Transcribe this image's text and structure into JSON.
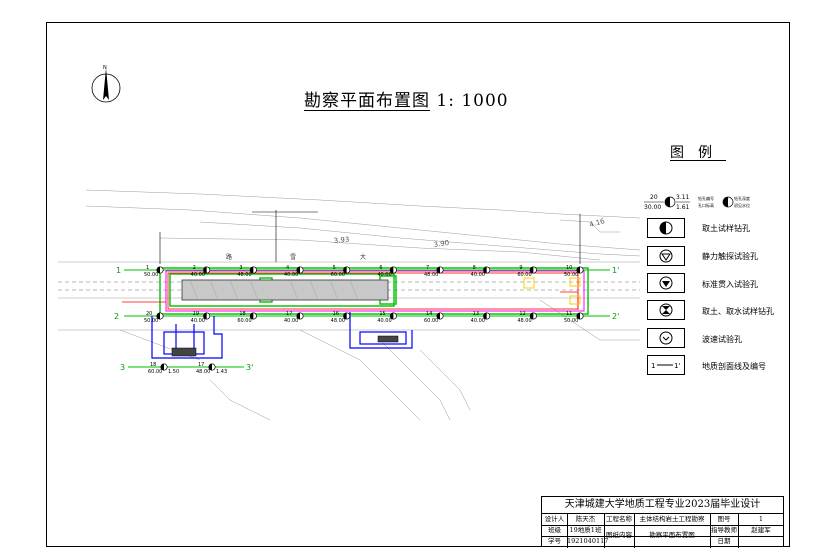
{
  "drawing": {
    "title_main": "勘察平面布置图",
    "title_scale": "1: 1000",
    "north_label": "N"
  },
  "legend": {
    "title": "图例",
    "sample_numbers": {
      "top_left": "20",
      "bottom_left": "30.00",
      "top_right": "3.11",
      "bottom_right": "1.61"
    },
    "sample_notes": {
      "left": "钻孔编号",
      "left2": "孔口标高",
      "right": "钻孔深度",
      "right2": "初见水位"
    },
    "items": [
      {
        "label": "取土试样钻孔",
        "icon": "half-filled-circle"
      },
      {
        "label": "静力触探试验孔",
        "icon": "circle-triangle-down"
      },
      {
        "label": "标准贯入试验孔",
        "icon": "circle-filled-triangle"
      },
      {
        "label": "取土、取水试样钻孔",
        "icon": "circle-hourglass"
      },
      {
        "label": "波速试验孔",
        "icon": "circle-chevron"
      },
      {
        "label": "地质剖面线及编号",
        "icon": "section-line",
        "left": "1",
        "right": "1'"
      }
    ]
  },
  "map": {
    "road_labels": [
      "路",
      "雪",
      "大"
    ],
    "contours": [
      "3.93",
      "3.90",
      "4.16"
    ],
    "section_labels": [
      "1",
      "1'",
      "2",
      "2'",
      "3",
      "3'"
    ],
    "top_row": [
      {
        "id": "1",
        "elev": "50.00"
      },
      {
        "id": "2",
        "elev": "40.00"
      },
      {
        "id": "3",
        "elev": "48.00"
      },
      {
        "id": "4",
        "elev": "40.00"
      },
      {
        "id": "5",
        "elev": "60.00"
      },
      {
        "id": "6",
        "elev": "40.00"
      },
      {
        "id": "7",
        "elev": "48.00"
      },
      {
        "id": "8",
        "elev": "40.00"
      },
      {
        "id": "9",
        "elev": "60.00"
      },
      {
        "id": "10",
        "elev": "50.00"
      }
    ],
    "bottom_row": [
      {
        "id": "20",
        "elev": "50.00"
      },
      {
        "id": "19",
        "elev": "40.00"
      },
      {
        "id": "18",
        "elev": "60.00"
      },
      {
        "id": "17",
        "elev": "40.00"
      },
      {
        "id": "16",
        "elev": "48.00"
      },
      {
        "id": "15",
        "elev": "40.00"
      },
      {
        "id": "14",
        "elev": "60.00"
      },
      {
        "id": "13",
        "elev": "40.00"
      },
      {
        "id": "12",
        "elev": "48.00"
      },
      {
        "id": "11",
        "elev": "50.00"
      }
    ],
    "extra_holes": [
      {
        "id": "18",
        "elev": "60.00",
        "depth": "1.50"
      },
      {
        "id": "17",
        "elev": "48.00",
        "depth": "1.43"
      }
    ]
  },
  "title_block": {
    "header": "天津城建大学地质工程专业2023届毕业设计",
    "designer_label": "设计人",
    "designer": "陈天杰",
    "project_label": "工程名称",
    "project": "主体结构岩土工程勘察",
    "sheet_no_label": "图号",
    "sheet_no": "1",
    "class_label": "班级",
    "class": "19地质1班",
    "content_label": "图纸内容",
    "content": "勘察平面布置图",
    "advisor_label": "指导教师",
    "advisor": "赵建军",
    "student_no_label": "学号",
    "student_no": "1921040117",
    "date_label": "日期",
    "date": ""
  },
  "colors": {
    "green": "#00c000",
    "red": "#ff0000",
    "magenta": "#ff00ff",
    "blue": "#0000ff",
    "gray": "#808080",
    "yellow": "#ffcc00"
  }
}
